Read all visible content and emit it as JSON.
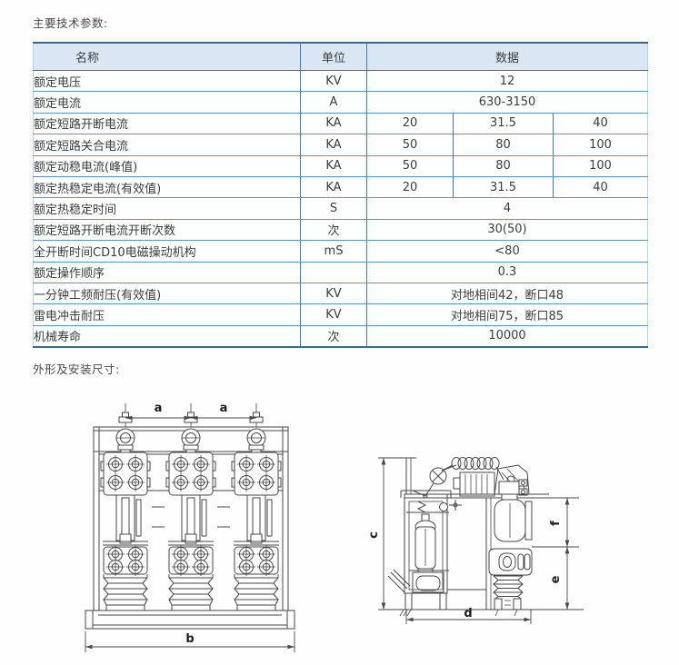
{
  "page": {
    "params_title": "主要技术参数:",
    "dims_title": "外形及安装尺寸:"
  },
  "colors": {
    "table_border_dark": "#366a97",
    "table_row_line": "#5f95c6",
    "table_unit_line": "#3e7cb5",
    "table_header_bg": "#d9e7f4",
    "drawing_stroke": "#474747"
  },
  "table": {
    "headers": {
      "name": "名称",
      "unit": "单位",
      "data": "数据"
    },
    "rows": [
      {
        "name": "额定电压",
        "unit": "KV",
        "values": [
          "12"
        ]
      },
      {
        "name": "额定电流",
        "unit": "A",
        "values": [
          "630-3150"
        ]
      },
      {
        "name": "额定短路开断电流",
        "unit": "KA",
        "values": [
          "20",
          "31.5",
          "40"
        ]
      },
      {
        "name": "额定短路关合电流",
        "unit": "KA",
        "values": [
          "50",
          "80",
          "100"
        ]
      },
      {
        "name": "额定动稳电流(峰值)",
        "unit": "KA",
        "values": [
          "50",
          "80",
          "100"
        ]
      },
      {
        "name": "额定热稳定电流(有效值)",
        "unit": "KA",
        "values": [
          "20",
          "31.5",
          "40"
        ]
      },
      {
        "name": "额定热稳定时间",
        "unit": "S",
        "values": [
          "4"
        ]
      },
      {
        "name": "额定短路开断电流开断次数",
        "unit": "次",
        "values": [
          "30(50)"
        ]
      },
      {
        "name": "全开断时间CD10电磁操动机构",
        "unit": "mS",
        "values": [
          "<80"
        ]
      },
      {
        "name": "额定操作顺序",
        "unit": "",
        "values": [
          "0.3"
        ]
      },
      {
        "name": "一分钟工频耐压(有效值)",
        "unit": "KV",
        "values": [
          "对地相间42，断口48"
        ]
      },
      {
        "name": "雷电冲击耐压",
        "unit": "KV",
        "values": [
          "对地相间75，断口85"
        ]
      },
      {
        "name": "机械寿命",
        "unit": "次",
        "values": [
          "10000"
        ]
      }
    ]
  },
  "drawings": {
    "front": {
      "dim_a": "a",
      "dim_b": "b"
    },
    "side": {
      "dim_c": "c",
      "dim_d": "d",
      "dim_e": "e",
      "dim_f": "f"
    }
  }
}
